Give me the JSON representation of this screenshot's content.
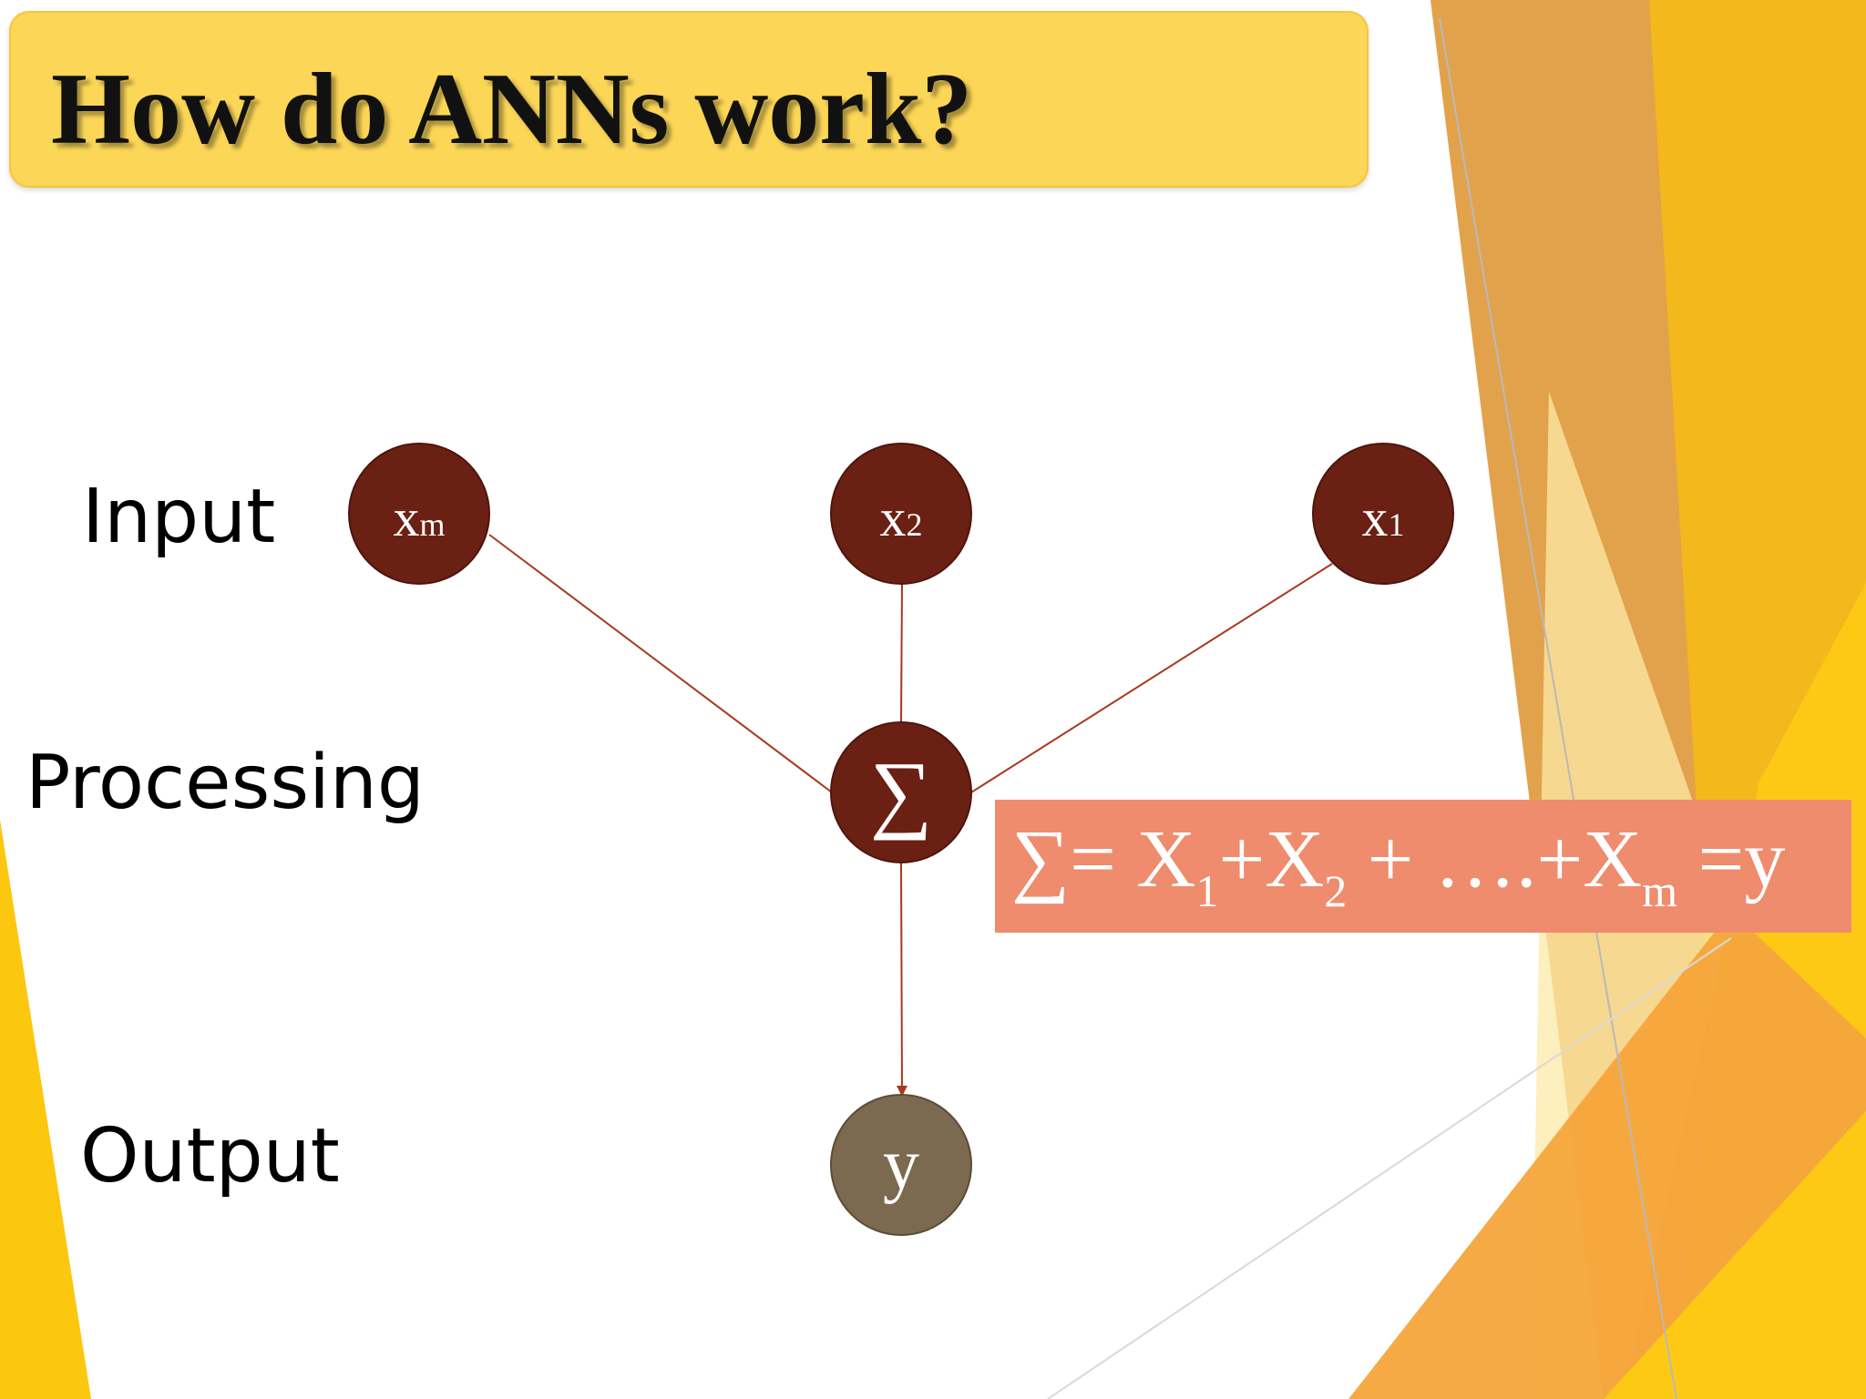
{
  "slide": {
    "title": "How do ANNs work?",
    "theme_colors": {
      "title_fill": "#fbd657",
      "accent_yellow": "#fbc315",
      "accent_orange": "#e09a3c",
      "node_fill": "#6b2014",
      "output_node_fill": "#7b6a4f",
      "connector": "#a8391f",
      "formula_fill": "#ee8c6d"
    }
  },
  "rows": {
    "input": "Input",
    "processing": "Processing",
    "output": "Output"
  },
  "nodes": {
    "xm": {
      "base": "x",
      "sub": "m"
    },
    "x2": {
      "base": "x",
      "sub": "2"
    },
    "x1": {
      "base": "x",
      "sub": "1"
    },
    "sum": "∑",
    "y": "y"
  },
  "formula": {
    "sigma": "∑",
    "eq1": "= X",
    "sub1": "1",
    "plus1": "+X",
    "sub2": "2",
    "plus2": " + ….+X",
    "subm": "m",
    "end": " =y"
  }
}
